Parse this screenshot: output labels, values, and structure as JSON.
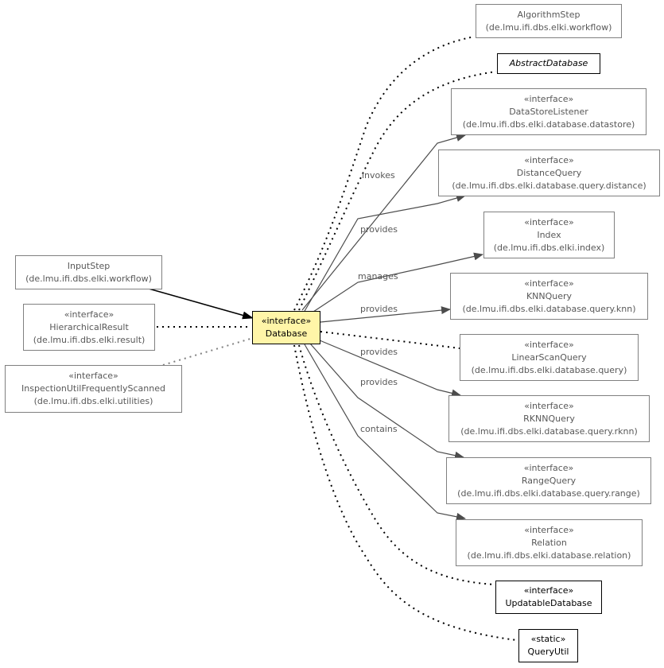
{
  "center_node": {
    "stereotype": "«interface»",
    "name": "Database"
  },
  "nodes": {
    "algorithm_step": {
      "name": "AlgorithmStep",
      "package": "(de.lmu.ifi.dbs.elki.workflow)"
    },
    "abstract_database": {
      "name": "AbstractDatabase"
    },
    "datastore_listener": {
      "stereotype": "«interface»",
      "name": "DataStoreListener",
      "package": "(de.lmu.ifi.dbs.elki.database.datastore)"
    },
    "distance_query": {
      "stereotype": "«interface»",
      "name": "DistanceQuery",
      "package": "(de.lmu.ifi.dbs.elki.database.query.distance)"
    },
    "index": {
      "stereotype": "«interface»",
      "name": "Index",
      "package": "(de.lmu.ifi.dbs.elki.index)"
    },
    "knn_query": {
      "stereotype": "«interface»",
      "name": "KNNQuery",
      "package": "(de.lmu.ifi.dbs.elki.database.query.knn)"
    },
    "linear_scan_query": {
      "stereotype": "«interface»",
      "name": "LinearScanQuery",
      "package": "(de.lmu.ifi.dbs.elki.database.query)"
    },
    "rknn_query": {
      "stereotype": "«interface»",
      "name": "RKNNQuery",
      "package": "(de.lmu.ifi.dbs.elki.database.query.rknn)"
    },
    "range_query": {
      "stereotype": "«interface»",
      "name": "RangeQuery",
      "package": "(de.lmu.ifi.dbs.elki.database.query.range)"
    },
    "relation": {
      "stereotype": "«interface»",
      "name": "Relation",
      "package": "(de.lmu.ifi.dbs.elki.database.relation)"
    },
    "updatable_database": {
      "stereotype": "«interface»",
      "name": "UpdatableDatabase"
    },
    "query_util": {
      "stereotype": "«static»",
      "name": "QueryUtil"
    },
    "input_step": {
      "name": "InputStep",
      "package": "(de.lmu.ifi.dbs.elki.workflow)"
    },
    "hierarchical_result": {
      "stereotype": "«interface»",
      "name": "HierarchicalResult",
      "package": "(de.lmu.ifi.dbs.elki.result)"
    },
    "inspection_util": {
      "stereotype": "«interface»",
      "name": "InspectionUtilFrequentlyScanned",
      "package": "(de.lmu.ifi.dbs.elki.utilities)"
    }
  },
  "edge_labels": {
    "invokes": "invokes",
    "provides_distance": "provides",
    "manages": "manages",
    "provides_knn": "provides",
    "provides_rknn": "provides",
    "provides_range": "provides",
    "contains": "contains"
  },
  "colors": {
    "center_fill": "#fff5a8",
    "edge": "#4c4c4c",
    "node_border": "#808080",
    "text": "#585858"
  }
}
